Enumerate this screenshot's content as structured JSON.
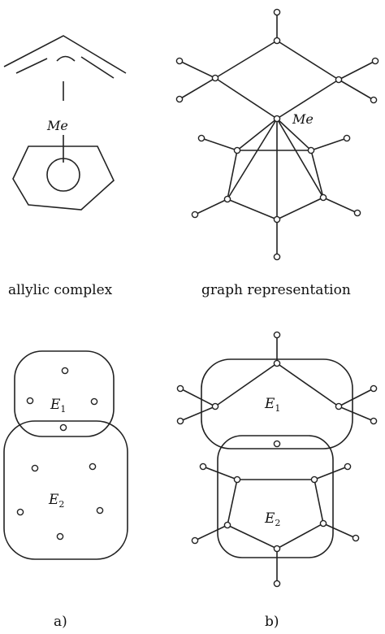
{
  "captions": {
    "allylic": "allylic complex",
    "graph": "graph representation",
    "a": "a)",
    "b": "b)"
  },
  "metal_label": "Me",
  "hyperedges": {
    "e1_letter": "E",
    "e1_index": "1",
    "e2_letter": "E",
    "e2_index": "2"
  }
}
